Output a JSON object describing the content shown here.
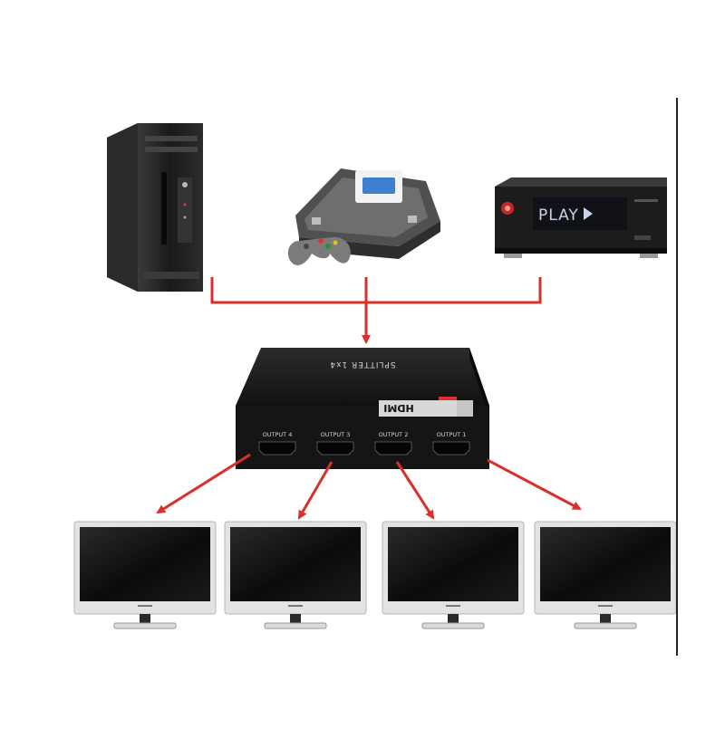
{
  "sources": [
    {
      "name": "pc-tower",
      "icon": "pc-tower-icon"
    },
    {
      "name": "game-console",
      "icon": "game-console-icon"
    },
    {
      "name": "media-player",
      "icon": "media-player-icon",
      "screen_text": "PLAY"
    }
  ],
  "splitter": {
    "icon": "hdmi-splitter-icon",
    "title": "SPLITTER 1x4",
    "logo": "HDMI",
    "ports": [
      "OUTPUT 4",
      "OUTPUT 3",
      "OUTPUT 2",
      "OUTPUT 1"
    ]
  },
  "displays": [
    {
      "icon": "monitor-icon"
    },
    {
      "icon": "monitor-icon"
    },
    {
      "icon": "monitor-icon"
    },
    {
      "icon": "monitor-icon"
    }
  ],
  "colors": {
    "arrow": "#d9302c",
    "device_dark": "#1f1f1f",
    "monitor_frame": "#e3e3e3",
    "monitor_screen": "#121212"
  }
}
